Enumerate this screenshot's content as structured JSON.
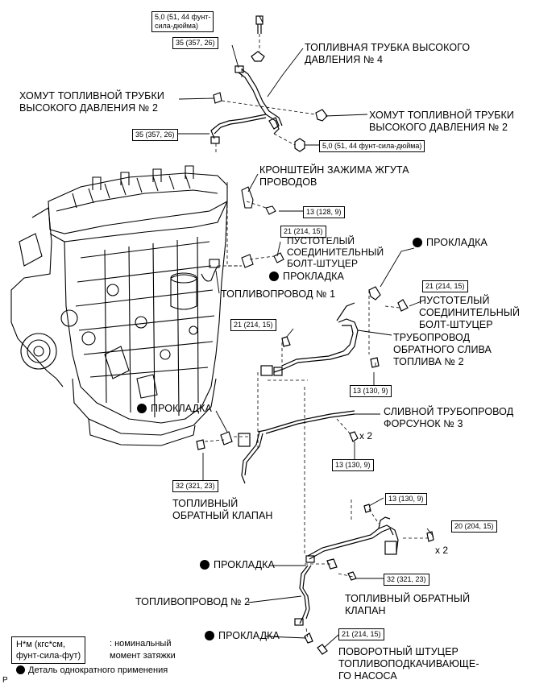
{
  "labels": {
    "high_pressure_pipe_4": [
      "ТОПЛИВНАЯ ТРУБКА ВЫСОКОГО",
      "ДАВЛЕНИЯ № 4"
    ],
    "clamp_left": [
      "ХОМУТ ТОПЛИВНОЙ ТРУБКИ",
      "ВЫСОКОГО ДАВЛЕНИЯ № 2"
    ],
    "clamp_right": [
      "ХОМУТ ТОПЛИВНОЙ ТРУБКИ",
      "ВЫСОКОГО ДАВЛЕНИЯ № 2"
    ],
    "harness_bracket": [
      "КРОНШТЕЙН ЗАЖИМА ЖГУТА",
      "ПРОВОДОВ"
    ],
    "union_bolt_left": [
      "ПУСТОТЕЛЫЙ",
      "СОЕДИНИТЕЛЬНЫЙ",
      "БОЛТ-ШТУЦЕР"
    ],
    "gasket": "ПРОКЛАДКА",
    "fuel_line_1": "ТОПЛИВОПРОВОД № 1",
    "union_bolt_right": [
      "ПУСТОТЕЛЫЙ",
      "СОЕДИНИТЕЛЬНЫЙ",
      "БОЛТ-ШТУЦЕР"
    ],
    "return_pipe_2": [
      "ТРУБОПРОВОД",
      "ОБРАТНОГО СЛИВА",
      "ТОПЛИВА № 2"
    ],
    "injector_drain_3": [
      "СЛИВНОЙ ТРУБОПРОВОД",
      "ФОРСУНОК № 3"
    ],
    "check_valve_left": [
      "ТОПЛИВНЫЙ",
      "ОБРАТНЫЙ КЛАПАН"
    ],
    "check_valve_right": [
      "ТОПЛИВНЫЙ ОБРАТНЫЙ",
      "КЛАПАН"
    ],
    "fuel_line_2": "ТОПЛИВОПРОВОД № 2",
    "pump_union": [
      "ПОВОРОТНЫЙ ШТУЦЕР",
      "ТОПЛИВОПОДКАЧИВАЮЩЕ-",
      "ГО НАСОСА"
    ]
  },
  "torques": {
    "t_top": [
      "5,0 (51, 44 фунт-",
      "сила-дюйма)"
    ],
    "t_35a": "35 (357, 26)",
    "t_35b": "35 (357, 26)",
    "t_5right": "5,0 (51, 44 фунт-сила-дюйма)",
    "t_13a": "13 (128, 9)",
    "t_21a": "21 (214, 15)",
    "t_21b": "21 (214, 15)",
    "t_21c": "21 (214, 15)",
    "t_13b": "13 (130, 9)",
    "t_13c": "13 (130, 9)",
    "t_32a": "32 (321, 23)",
    "t_13d": "13 (130, 9)",
    "t_20": "20 (204, 15)",
    "t_32b": "32 (321, 23)",
    "t_21d": "21 (214, 15)"
  },
  "multipliers": {
    "m1": "x 2",
    "m2": "x 2"
  },
  "legend": {
    "unit_box": [
      "Н*м (кгс*см,",
      "фунт-сила-фут)"
    ],
    "unit_desc": [
      ": номинальный",
      "момент затяжки"
    ],
    "single_use": "Деталь однократного применения",
    "code": "P"
  }
}
